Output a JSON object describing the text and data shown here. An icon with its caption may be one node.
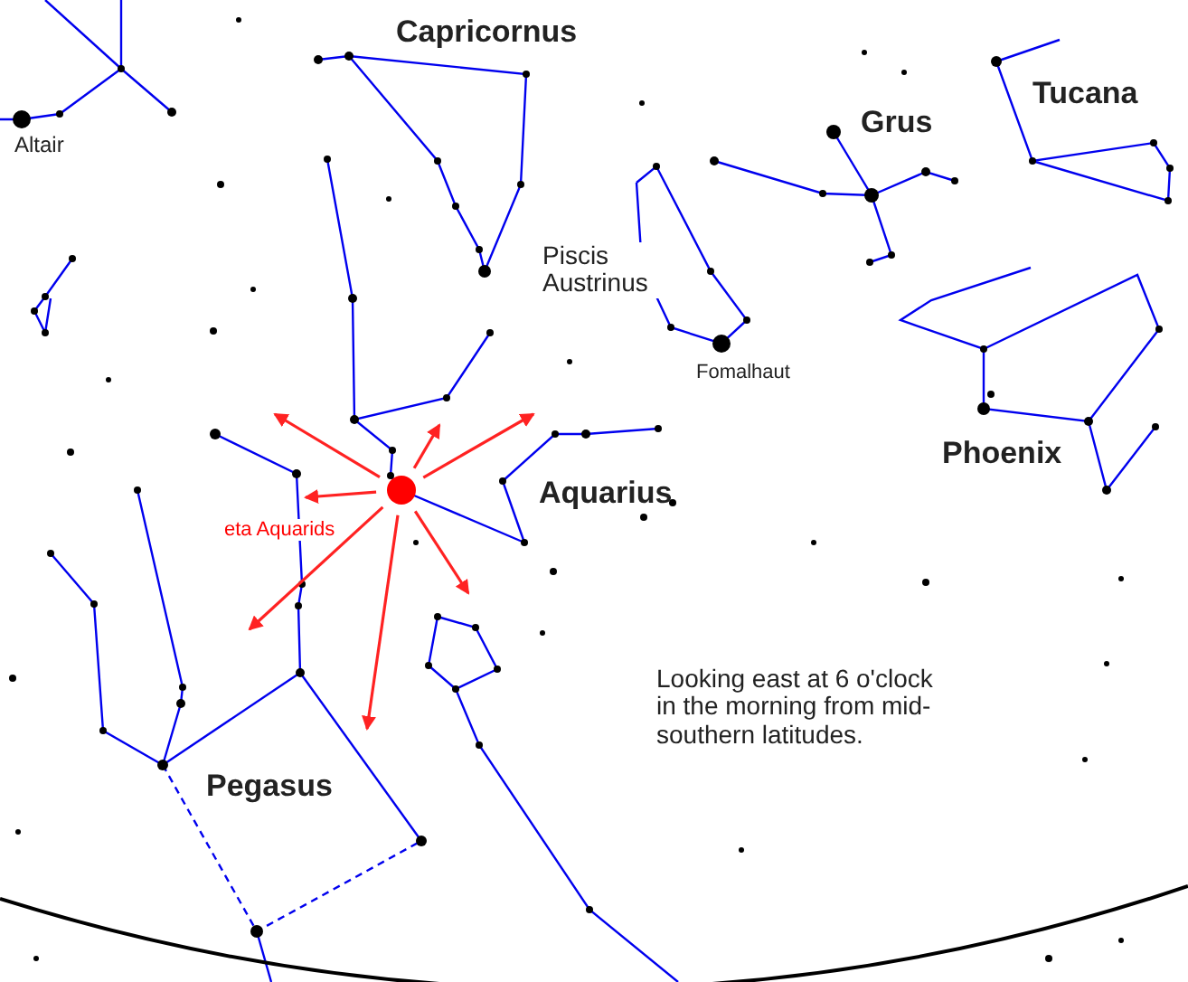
{
  "diagram": {
    "labels": [
      "Capricornus",
      "Altair",
      "Grus",
      "Tucana",
      "Piscis Austrinus",
      "Fomalhaut",
      "Phoenix",
      "Aquarius",
      "eta Aquarids",
      "Looking east at 6 o'clock in the morning from mid-southern latitudes.",
      "Pegasus"
    ]
  }
}
